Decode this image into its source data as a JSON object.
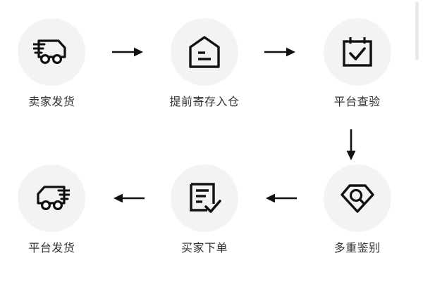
{
  "diagram": {
    "type": "process-flow",
    "layout": "serpentine-2-rows-3-columns",
    "background_color": "#ffffff",
    "badge_color": "#f2f3f5",
    "icon_color": "#111111",
    "label_color": "#333333",
    "rows": [
      {
        "direction": "left-to-right",
        "steps": [
          {
            "order": 1,
            "label": "卖家发货",
            "icon": "truck-right-icon"
          },
          {
            "order": 2,
            "label": "提前寄存入仓",
            "icon": "warehouse-document-icon"
          },
          {
            "order": 3,
            "label": "平台查验",
            "icon": "calendar-check-icon"
          }
        ],
        "connectors": [
          {
            "icon": "arrow-right-icon"
          },
          {
            "icon": "arrow-right-icon"
          }
        ]
      },
      {
        "direction": "right-to-left",
        "steps": [
          {
            "order": 6,
            "label": "平台发货",
            "icon": "truck-left-icon"
          },
          {
            "order": 5,
            "label": "买家下单",
            "icon": "order-check-icon"
          },
          {
            "order": 4,
            "label": "多重鉴别",
            "icon": "diamond-magnifier-icon"
          }
        ],
        "connectors": [
          {
            "icon": "arrow-left-icon"
          },
          {
            "icon": "arrow-left-icon"
          }
        ]
      }
    ],
    "row_connector": {
      "icon": "arrow-down-icon"
    }
  },
  "scrollbar": {
    "thumb_color": "#e9eaec"
  }
}
